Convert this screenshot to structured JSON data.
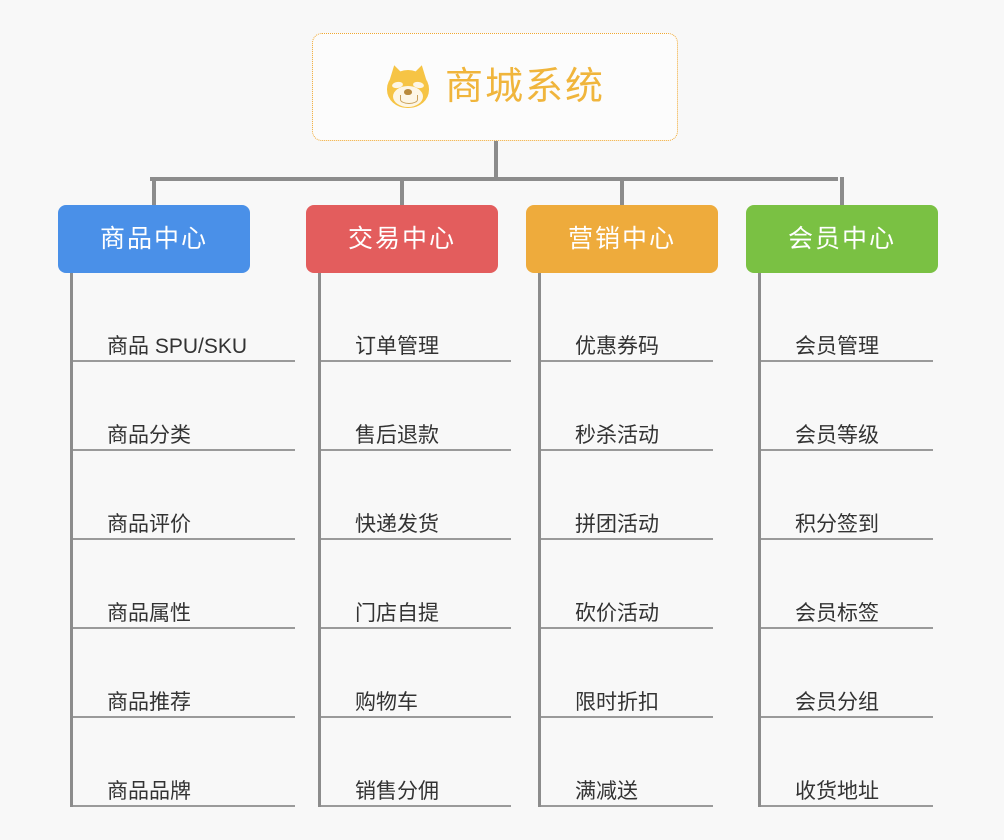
{
  "background_color": "#f8f8f8",
  "root": {
    "icon": "shiba-dog-face-icon",
    "title": "商城系统",
    "title_color": "#f0b53c",
    "border_color": "#f0a830",
    "border_style": "dotted"
  },
  "connector_color": "#8c8c8c",
  "branches": [
    {
      "id": "product-center",
      "label": "商品中心",
      "color": "#4a90e8",
      "items": [
        {
          "label": "商品 SPU/SKU"
        },
        {
          "label": "商品分类"
        },
        {
          "label": "商品评价"
        },
        {
          "label": "商品属性"
        },
        {
          "label": "商品推荐"
        },
        {
          "label": "商品品牌"
        }
      ]
    },
    {
      "id": "trade-center",
      "label": "交易中心",
      "color": "#e35d5d",
      "items": [
        {
          "label": "订单管理"
        },
        {
          "label": "售后退款"
        },
        {
          "label": "快递发货"
        },
        {
          "label": "门店自提"
        },
        {
          "label": "购物车"
        },
        {
          "label": "销售分佣"
        }
      ]
    },
    {
      "id": "marketing-center",
      "label": "营销中心",
      "color": "#eeab3c",
      "items": [
        {
          "label": "优惠券码"
        },
        {
          "label": "秒杀活动"
        },
        {
          "label": "拼团活动"
        },
        {
          "label": "砍价活动"
        },
        {
          "label": "限时折扣"
        },
        {
          "label": "满减送"
        }
      ]
    },
    {
      "id": "member-center",
      "label": "会员中心",
      "color": "#7ac143",
      "items": [
        {
          "label": "会员管理"
        },
        {
          "label": "会员等级"
        },
        {
          "label": "积分签到"
        },
        {
          "label": "会员标签"
        },
        {
          "label": "会员分组"
        },
        {
          "label": "收货地址"
        }
      ]
    }
  ]
}
